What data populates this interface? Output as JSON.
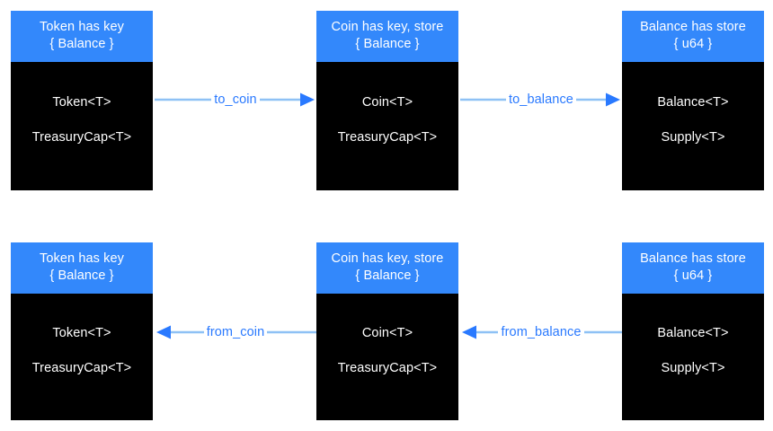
{
  "diagram": {
    "title": "Token / Coin / Balance conversion diagram",
    "colors": {
      "header_blue": "#3388fb",
      "body_black": "#000000",
      "edge_line": "#8ec1f5",
      "edge_arrow": "#2979ff",
      "edge_label": "#2979ff",
      "background": "#ffffff",
      "text_white": "#ffffff"
    },
    "nodes": [
      {
        "id": "token-top",
        "header": "Token has key\n{ Balance }",
        "rows": [
          "Token<T>",
          "TreasuryCap<T>"
        ]
      },
      {
        "id": "coin-top",
        "header": "Coin has key, store\n{ Balance }",
        "rows": [
          "Coin<T>",
          "TreasuryCap<T>"
        ]
      },
      {
        "id": "balance-top",
        "header": "Balance has store\n{ u64 }",
        "rows": [
          "Balance<T>",
          "Supply<T>"
        ]
      },
      {
        "id": "token-bottom",
        "header": "Token has key\n{ Balance }",
        "rows": [
          "Token<T>",
          "TreasuryCap<T>"
        ]
      },
      {
        "id": "coin-bottom",
        "header": "Coin has key, store\n{ Balance }",
        "rows": [
          "Coin<T>",
          "TreasuryCap<T>"
        ]
      },
      {
        "id": "balance-bottom",
        "header": "Balance has store\n{ u64 }",
        "rows": [
          "Balance<T>",
          "Supply<T>"
        ]
      }
    ],
    "edges": [
      {
        "id": "to-coin",
        "label": "to_coin",
        "direction": "right",
        "from": "token-top",
        "to": "coin-top"
      },
      {
        "id": "to-balance",
        "label": "to_balance",
        "direction": "right",
        "from": "coin-top",
        "to": "balance-top"
      },
      {
        "id": "from-coin",
        "label": "from_coin",
        "direction": "left",
        "from": "coin-bottom",
        "to": "token-bottom"
      },
      {
        "id": "from-balance",
        "label": "from_balance",
        "direction": "left",
        "from": "balance-bottom",
        "to": "coin-bottom"
      }
    ]
  }
}
